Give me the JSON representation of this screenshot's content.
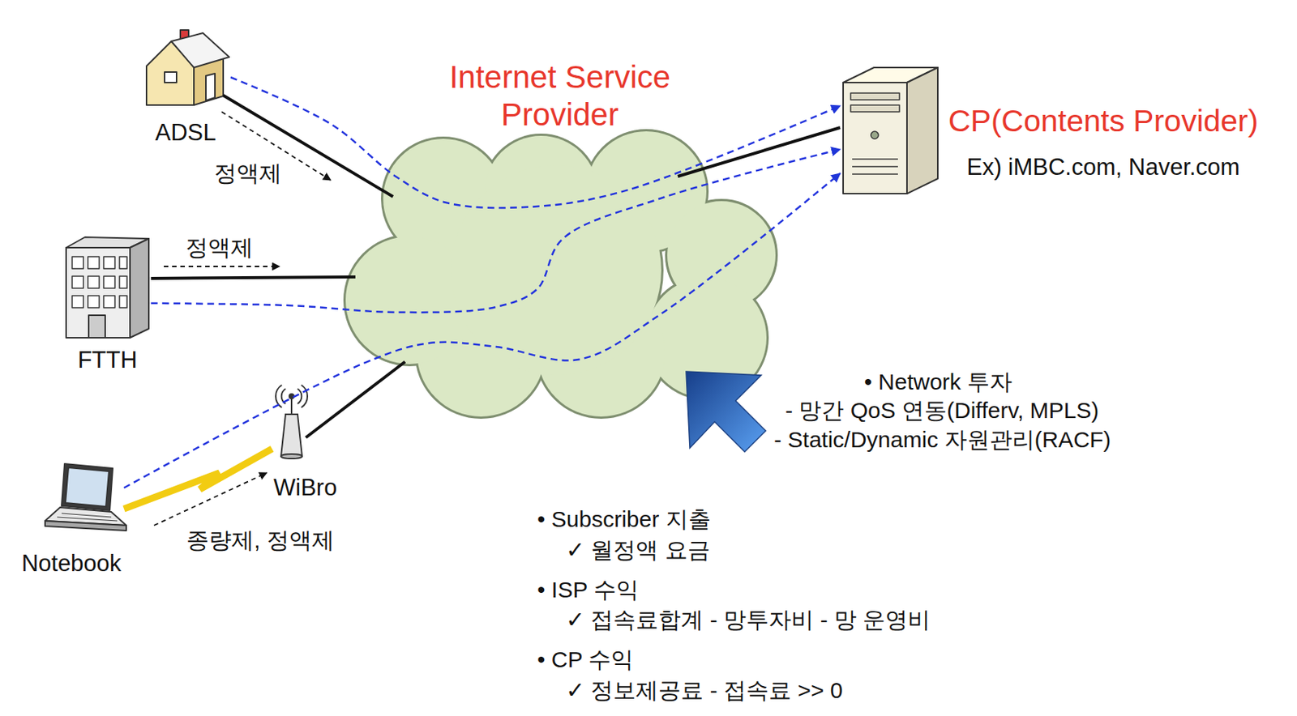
{
  "diagram": {
    "nodes": [
      {
        "text": [
          "ADSL"
        ]
      },
      {
        "text": [
          "Internet Service Provider"
        ]
      },
      {
        "text": [
          "CP(Contents Provider)",
          "Ex) iMBC.com, Naver.com"
        ]
      },
      {
        "text": [
          "FTTH"
        ]
      },
      {
        "text": [
          "WiBro"
        ]
      },
      {
        "text": [
          "Notebook"
        ]
      }
    ],
    "edges": [
      {
        "from": 0,
        "to": 1,
        "arrow": "none"
      },
      {
        "from": 3,
        "to": 1,
        "arrow": "none"
      },
      {
        "from": 5,
        "to": 4,
        "arrow": "none"
      },
      {
        "from": 4,
        "to": 1,
        "arrow": "none"
      },
      {
        "from": 1,
        "to": 2,
        "arrow": "none"
      },
      {
        "from": 0,
        "to": 2,
        "arrow": "to"
      },
      {
        "from": 3,
        "to": 2,
        "arrow": "to"
      },
      {
        "from": 5,
        "to": 2,
        "arrow": "to"
      }
    ],
    "labels": [
      "정액제",
      "정액제",
      "종량제, 정액제",
      "• Network 투자",
      "- 망간 QoS 연동(Differv, MPLS)",
      "- Static/Dynamic 자원관리(RACF)",
      "• Subscriber 지출",
      "✓ 월정액 요금",
      "• ISP 수익",
      "✓ 접속료합계 - 망투자비 - 망 운영비",
      "• CP 수익",
      "✓ 정보제공료 - 접속료 >> 0"
    ]
  }
}
